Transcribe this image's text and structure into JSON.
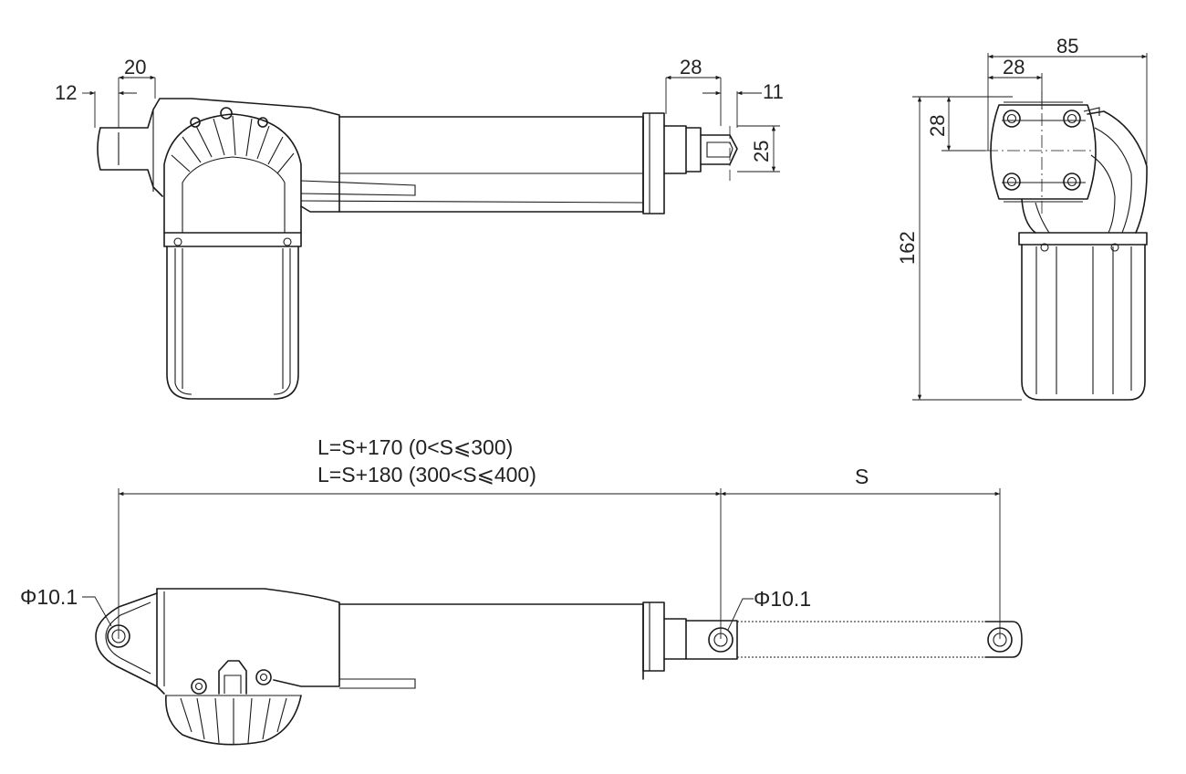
{
  "top_view": {
    "dim_clevis_width": "20",
    "dim_clevis_offset": "12",
    "dim_rod_end_length": "28",
    "dim_rod_end_slot": "11",
    "dim_rod_end_height": "25"
  },
  "side_view": {
    "dim_overall_width": "85",
    "dim_hole_spacing_h": "28",
    "dim_hole_spacing_v": "28",
    "dim_overall_height": "162"
  },
  "front_view": {
    "length_formula_short": "L=S+170 (0<S⩽300)",
    "length_formula_long": "L=S+180 (300<S⩽400)",
    "stroke_label": "S",
    "rear_hole_diameter": "Φ10.1",
    "front_hole_diameter": "Φ10.1"
  }
}
